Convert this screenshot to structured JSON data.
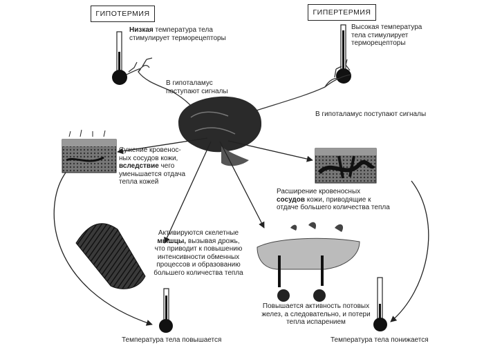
{
  "boxes": {
    "hypothermia": "ГИПОТЕРМИЯ",
    "hyperthermia": "ГИПЕРТЕРМИЯ"
  },
  "texts": {
    "low_temp_bold": "Низкая",
    "low_temp_rest": "температура тела",
    "low_temp_line2": "стимулирует терморецепторы",
    "high_temp_line1": "Высокая температура",
    "high_temp_line2": "тела стимулирует",
    "high_temp_line3": "терморецепторы",
    "signals_left_1": "В гипоталамус",
    "signals_left_2": "поступают сигналы",
    "signals_right": "В гипоталамус поступают сигналы",
    "vaso_con_1": "Сужение кровенос-",
    "vaso_con_2": "ных сосудов кожи,",
    "vaso_con_3_bold": "вследствие",
    "vaso_con_3_rest": "чего",
    "vaso_con_4": "уменьшается отдача",
    "vaso_con_5": "тепла кожей",
    "vaso_dil_1": "Расширение кровеносных",
    "vaso_dil_2_bold": "сосудов",
    "vaso_dil_2_rest": "кожи, приводящие к",
    "vaso_dil_3": "отдаче большего количества тепла",
    "muscle_1": "Активируются скелетные",
    "muscle_2_bold": "мышцы,",
    "muscle_2_rest": "вызывая дрожь,",
    "muscle_3": "что приводит к повышению",
    "muscle_4": "интенсивности обменных",
    "muscle_5": "процессов и образованию",
    "muscle_6": "большего количества тепла",
    "sweat_1": "Повышается активность потовых",
    "sweat_2": "желез, а следовательно, и потери",
    "sweat_3": "тепла испарением",
    "temp_rises": "Температура тела повышается",
    "temp_falls": "Температура тела понижается"
  }
}
